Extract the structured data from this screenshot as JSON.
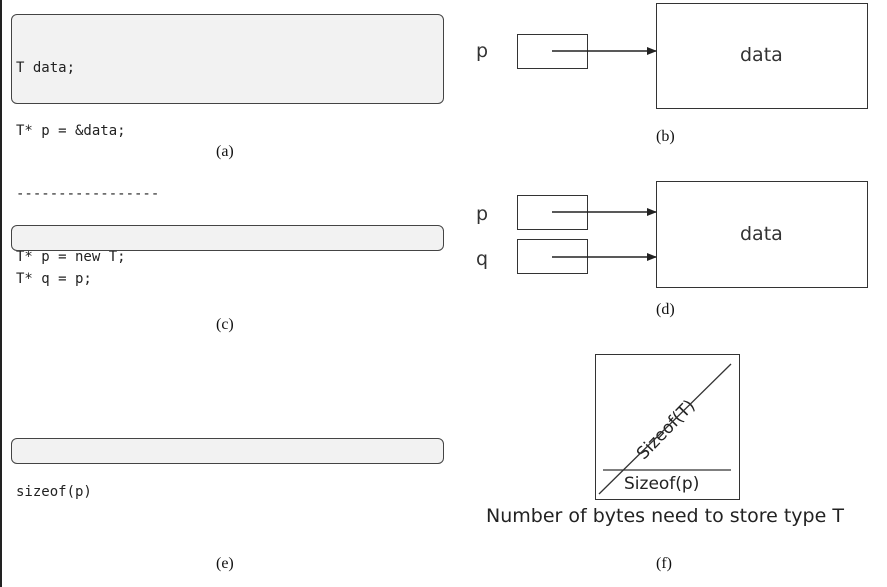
{
  "panel_a": {
    "code_lines": [
      "T data;",
      "T* p = &data;",
      "-----------------",
      "T* p = new T;"
    ],
    "caption": "(a)"
  },
  "panel_b": {
    "pointer_label": "p",
    "target_label": "data",
    "caption": "(b)"
  },
  "panel_c": {
    "code_lines": [
      "T* q = p;"
    ],
    "caption": "(c)"
  },
  "panel_d": {
    "pointer_labels": [
      "p",
      "q"
    ],
    "target_label": "data",
    "caption": "(d)"
  },
  "panel_e": {
    "code_lines": [
      "sizeof(p)"
    ],
    "caption": "(e)"
  },
  "panel_f": {
    "diagonal_label": "Sizeof(T)",
    "bottom_label": "Sizeof(p)",
    "description": "Number of bytes need to store type T",
    "caption": "(f)"
  }
}
